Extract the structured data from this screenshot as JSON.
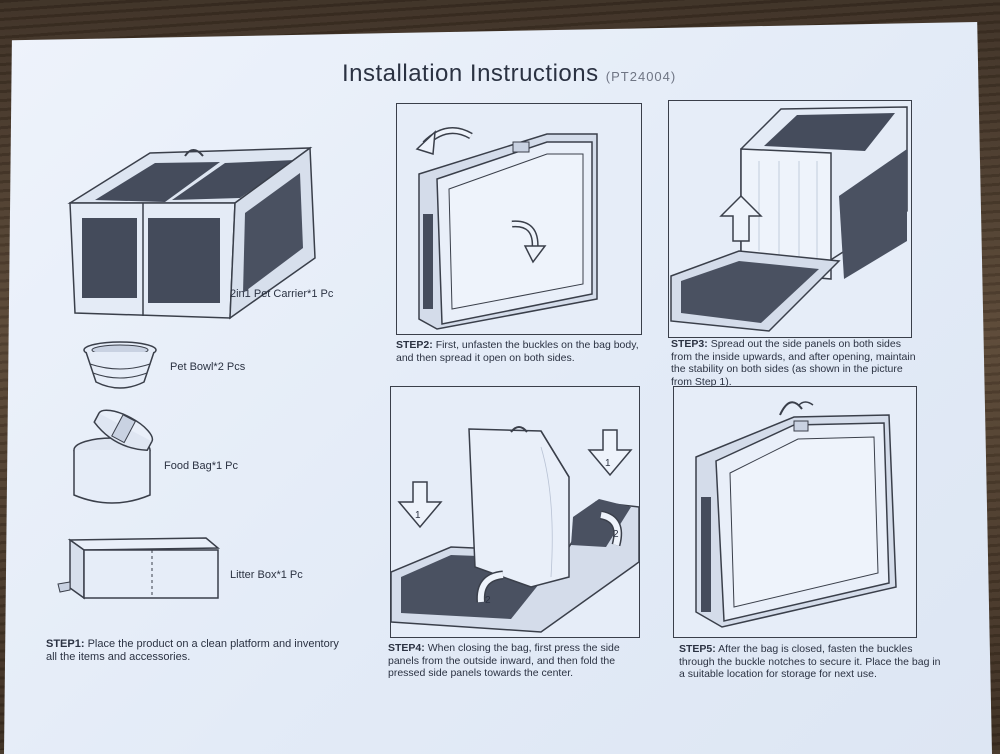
{
  "document": {
    "title": "Installation Instructions",
    "model": "(PT24004)"
  },
  "items": [
    {
      "label": "2in1 Pet Carrier*1 Pc",
      "icon": "pet-carrier-icon"
    },
    {
      "label": "Pet Bowl*2 Pcs",
      "icon": "pet-bowl-icon"
    },
    {
      "label": "Food Bag*1 Pc",
      "icon": "food-bag-icon"
    },
    {
      "label": "Litter Box*1 Pc",
      "icon": "litter-box-icon"
    }
  ],
  "steps": [
    {
      "label": "STEP1:",
      "text": "Place the product on a clean platform and inventory all the items and accessories."
    },
    {
      "label": "STEP2:",
      "text": "First, unfasten the buckles on the bag body, and then spread it open on both sides."
    },
    {
      "label": "STEP3:",
      "text": "Spread out the side panels on both sides from the inside upwards, and after opening, maintain the stability on both sides (as shown in the picture from Step 1)."
    },
    {
      "label": "STEP4:",
      "text": "When closing the bag, first press the side panels from the outside inward, and then fold the pressed side panels towards the center."
    },
    {
      "label": "STEP5:",
      "text": "After the bag is closed, fasten the buckles through the buckle notches to secure it. Place the bag in a suitable location for storage for next use."
    }
  ],
  "arrow_numbers": {
    "one": "1",
    "two": "2"
  },
  "colors": {
    "ink": "#2b3242",
    "mesh": "#3f4656",
    "paper": "#e6edf8"
  }
}
